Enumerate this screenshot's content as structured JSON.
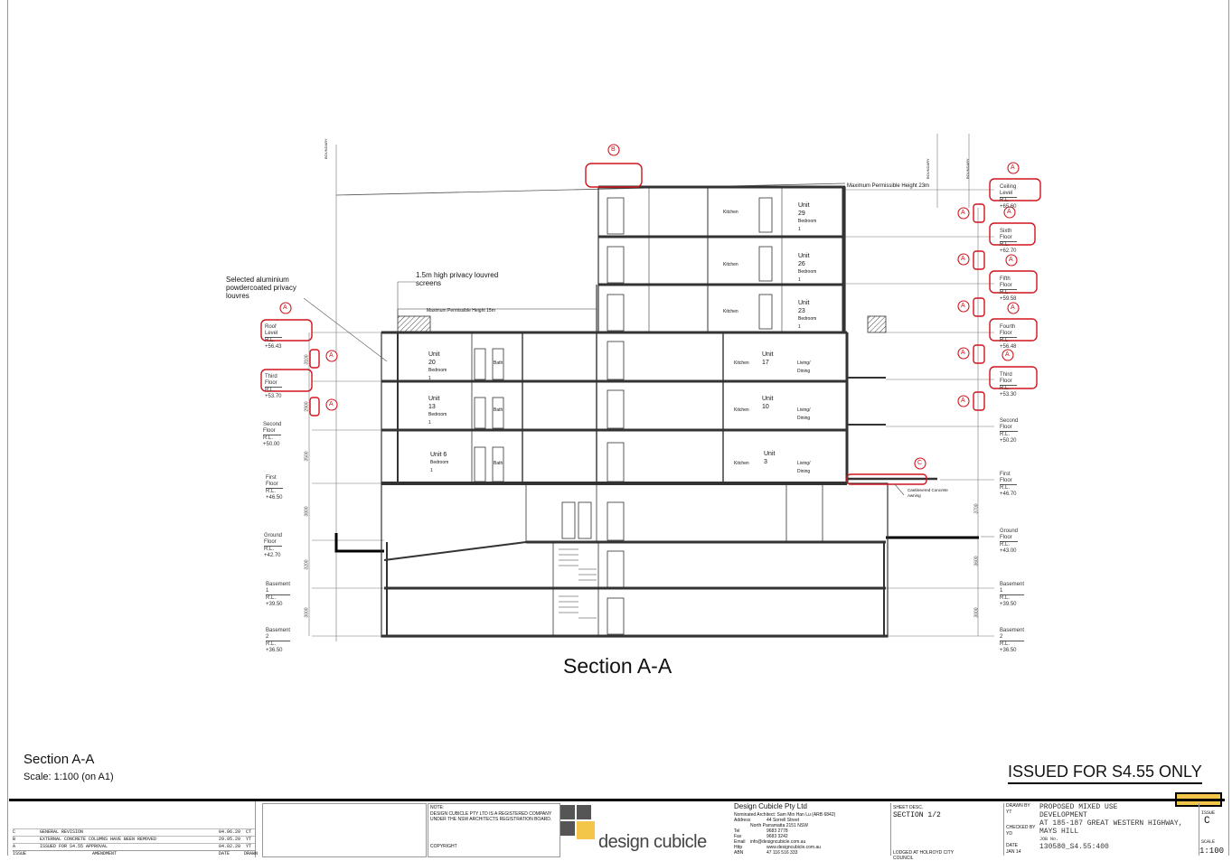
{
  "drawing": {
    "title": "Section A-A",
    "sheet_title": "Section A-A",
    "sheet_scale": "Scale: 1:100 (on A1)",
    "issued": "ISSUED FOR S4.55 ONLY",
    "notes": {
      "louvres": "Selected aluminium powdercoated privacy louvres",
      "screens": "1.5m high privacy louvred screens",
      "max_height_15": "Maximum Permissible Height 15m",
      "max_height_23": "Maximum Permissible Height 23m",
      "awning": "Cantilevered Concrete Awning",
      "boundary": "BOUNDARY"
    },
    "left_levels": [
      {
        "name": "Roof Level",
        "rl": "R.L. +56.43"
      },
      {
        "name": "Third Floor",
        "rl": "R.L. +53.70"
      },
      {
        "name": "Second Floor",
        "rl": "R.L. +50.00"
      },
      {
        "name": "First Floor",
        "rl": "R.L. +46.50"
      },
      {
        "name": "Ground Floor",
        "rl": "R.L. +42.70"
      },
      {
        "name": "Basement 1",
        "rl": "R.L. +39.50"
      },
      {
        "name": "Basement 2",
        "rl": "R.L. +36.50"
      }
    ],
    "right_levels": [
      {
        "name": "Ceiling Level",
        "rl": "R.L. +65.60"
      },
      {
        "name": "Sixth Floor",
        "rl": "R.L. +62.70"
      },
      {
        "name": "Fifth Floor",
        "rl": "R.L. +59.58"
      },
      {
        "name": "Fourth Floor",
        "rl": "R.L. +56.48"
      },
      {
        "name": "Third Floor",
        "rl": "R.L. +53.30"
      },
      {
        "name": "Second Floor",
        "rl": "R.L. +50.20"
      },
      {
        "name": "First Floor",
        "rl": "R.L. +46.70"
      },
      {
        "name": "Ground Floor",
        "rl": "R.L. +43.00"
      },
      {
        "name": "Basement 1",
        "rl": "R.L. +39.50"
      },
      {
        "name": "Basement 2",
        "rl": "R.L. +36.50"
      }
    ],
    "units_left": [
      {
        "unit": "Unit 20",
        "room": "Bedroom 1",
        "bath": "Bath"
      },
      {
        "unit": "Unit 13",
        "room": "Bedroom 1",
        "bath": "Bath"
      },
      {
        "unit": "Unit 6",
        "room": "Bedroom 1",
        "bath": "Bath"
      }
    ],
    "units_right": [
      {
        "unit": "Unit 17",
        "kitchen": "Kitchen",
        "living": "Living/ Dining"
      },
      {
        "unit": "Unit 10",
        "kitchen": "Kitchen",
        "living": "Living/ Dining"
      },
      {
        "unit": "Unit 3",
        "kitchen": "Kitchen",
        "living": "Living/ Dining"
      }
    ],
    "units_tower": [
      {
        "unit": "Unit 29",
        "room": "Bedroom 1",
        "kitchen": "Kitchen"
      },
      {
        "unit": "Unit 26",
        "room": "Bedroom 1",
        "kitchen": "Kitchen"
      },
      {
        "unit": "Unit 23",
        "room": "Bedroom 1",
        "kitchen": "Kitchen"
      }
    ],
    "dims_left": [
      "3100",
      "2900",
      "3500",
      "3800",
      "3200",
      "3000"
    ],
    "dims_right": [
      "3700",
      "3600",
      "3000"
    ],
    "revision_tags": {
      "a": "A",
      "b": "B",
      "c": "C"
    }
  },
  "title_block": {
    "amendments": [
      {
        "issue": "C",
        "text": "GENERAL REVISION",
        "date": "04.06.20",
        "by": "CT"
      },
      {
        "issue": "B",
        "text": "EXTERNAL CONCRETE COLUMNS HAVE BEEN REMOVED",
        "date": "29.05.20",
        "by": "YT"
      },
      {
        "issue": "A",
        "text": "ISSUED FOR S4.55 APPROVAL",
        "date": "04.02.20",
        "by": "YT"
      }
    ],
    "amend_headers": {
      "issue": "ISSUE",
      "amendment": "AMENDMENT",
      "date": "DATE",
      "drawn": "DRAWN"
    },
    "note_header": "NOTE:",
    "note_text": "DESIGN CUBICLE PTY LTD IS A REGISTERED COMPANY UNDER THE NSW ARCHITECTS REGISTRATION BOARD.",
    "copyright": "COPYRIGHT",
    "brand": "design cubicle",
    "company": "Design Cubicle Pty Ltd",
    "architect": "Nominated Architect: Sam Min Han Lu (ARB 6842)",
    "address_label": "Address",
    "address1": "44 Sorrell Street",
    "address2": "North Parramatta 2151 NSW",
    "tel_label": "Tel",
    "tel": "9683 2778",
    "fax_label": "Fax",
    "fax": "9683 3242",
    "email_label": "Email",
    "email": "info@designcubicle.com.au",
    "http_label": "Http",
    "http": "www.designcubicle.com.au",
    "abn_label": "ABN",
    "abn": "47 116 516 333",
    "sheet_desc_label": "SHEET DESC.",
    "sheet_desc": "SECTION 1/2",
    "council": "LODGED AT HOLROYD CITY COUNCIL",
    "drawn_by_label": "DRAWN BY",
    "drawn_by": "YT",
    "checked_by_label": "CHECKED BY",
    "checked_by": "YD",
    "date_label": "DATE",
    "date": "JAN 14",
    "project1": "PROPOSED MIXED USE",
    "project2": "DEVELOPMENT",
    "project3": "AT 185-187 GREAT WESTERN HIGHWAY,",
    "project4": "MAYS HILL",
    "job_label": "JOB No.",
    "job": "130580_S4.55:400",
    "issue_label": "ISSUE",
    "issue": "C",
    "scale_label": "SCALE",
    "scale": "1:100"
  }
}
